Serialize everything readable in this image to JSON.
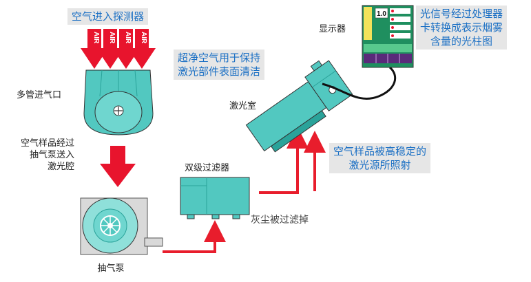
{
  "colors": {
    "air_arrow": "#e8142d",
    "flow_pipe": "#e81d2c",
    "component_fill": "#52c8c0",
    "component_dark": "#2aa39a",
    "note_bg": "#e6e6e6",
    "note_text": "#1a6fc4",
    "display_body": "#1f8f5f",
    "display_bar": "#f2e25a",
    "cable": "#111111"
  },
  "notes": {
    "air_into_detector": "空气进入探测器",
    "clean_air": [
      "超净空气用于保持",
      "激光部件表面清洁"
    ],
    "signal_processing": [
      "光信号经过处理器",
      "卡转换成表示烟雾",
      "含量的光柱图"
    ],
    "laser_illumination": [
      "空气样品被高稳定的",
      "激光源所照射"
    ]
  },
  "labels": {
    "inlet": "多管进气口",
    "sample_path": [
      "空气样品经过",
      "抽气泵送入",
      "激光腔"
    ],
    "pump": "抽气泵",
    "filter": "双级过滤器",
    "dust": "灰尘被过滤掉",
    "laser_chamber": "激光室",
    "display": "显示器"
  },
  "arrows": {
    "air_text": "AIR"
  },
  "display_panel": {
    "readout": "1.0"
  }
}
